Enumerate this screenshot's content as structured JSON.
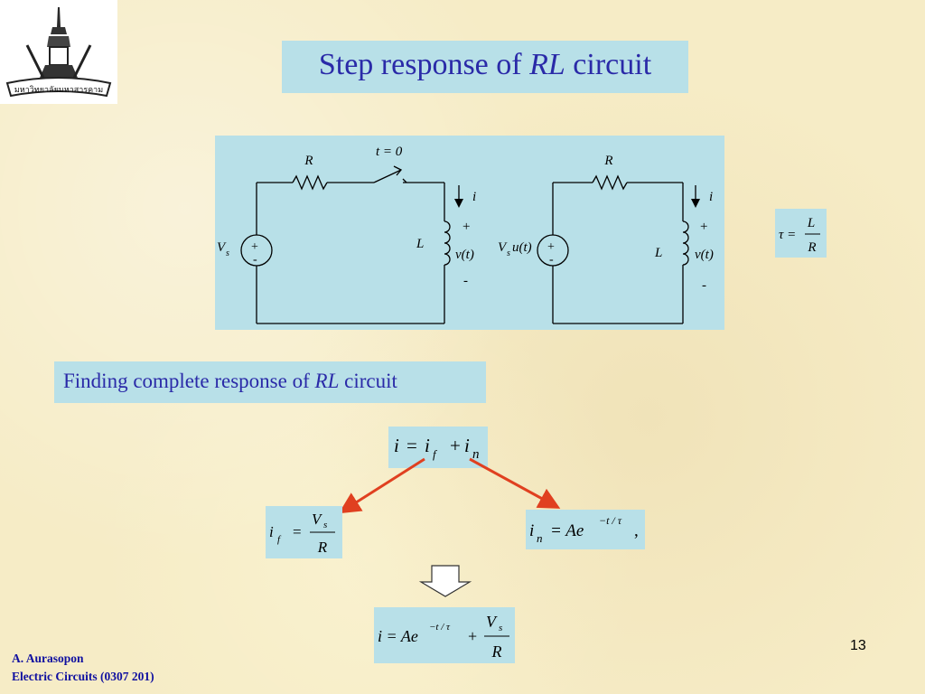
{
  "slide": {
    "title_prefix": "Step response of ",
    "title_italic": "RL",
    "title_suffix": " circuit",
    "subtitle_prefix": "Finding complete response of ",
    "subtitle_italic": "RL",
    "subtitle_suffix": " circuit",
    "page_number": "13"
  },
  "footer": {
    "author": "A. Aurasopon",
    "course": "Electric Circuits (0307 201)"
  },
  "logo": {
    "banner_text": "มหาวิทยาลัยมหาสารคาม"
  },
  "circuit_left": {
    "resistor_label": "R",
    "switch_label": "t = 0",
    "current_label": "i",
    "inductor_label": "L",
    "source_label": "V",
    "source_sub": "s",
    "plus": "+",
    "minus": "-",
    "voltage_label": "v(t)"
  },
  "circuit_right": {
    "resistor_label": "R",
    "current_label": "i",
    "inductor_label": "L",
    "source_label": "V",
    "source_sub": "s",
    "source_suffix": "u(t)",
    "plus": "+",
    "minus": "-",
    "voltage_label": "v(t)"
  },
  "equations": {
    "tau": {
      "lhs": "τ =",
      "num": "L",
      "den": "R"
    },
    "total": {
      "i": "i",
      "eq": "= ",
      "i1": "i",
      "sub_f": "f",
      "plus": "+",
      "i2": "i",
      "sub_n": "n"
    },
    "forced": {
      "i": "i",
      "sub": "f",
      "eq": "=",
      "num_v": "V",
      "num_sub": "s",
      "den": "R"
    },
    "natural": {
      "i": "i",
      "sub": "n",
      "eq": "= Ae",
      "exp": "−t / τ",
      "tail": ","
    },
    "complete": {
      "lhs": "i = Ae",
      "exp": "−t / τ",
      "plus": "+",
      "num_v": "V",
      "num_sub": "s",
      "den": "R"
    }
  },
  "colors": {
    "accent": "#2a2aa8",
    "box_fill": "#b8e0e8",
    "arrow": "#e04020",
    "background": "#f6ecc6"
  }
}
